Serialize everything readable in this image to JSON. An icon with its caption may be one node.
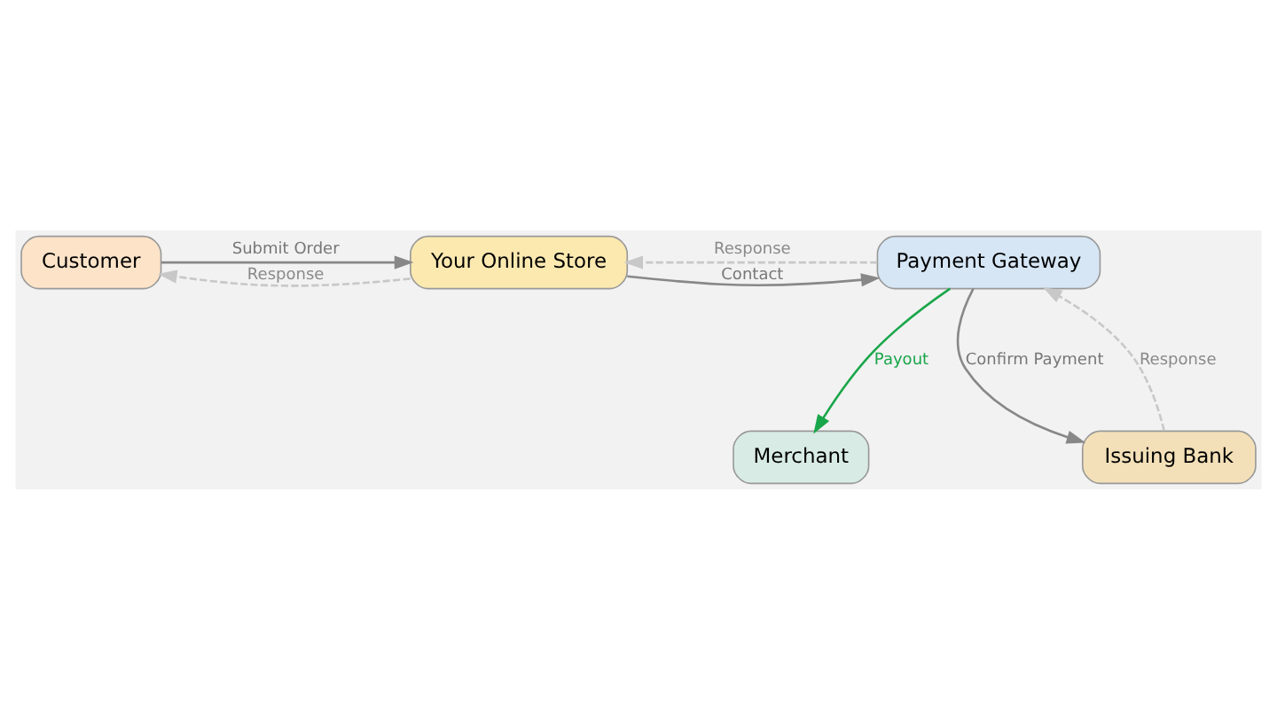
{
  "diagram": {
    "nodes": [
      {
        "text": [
          "Customer"
        ]
      },
      {
        "text": [
          "Your Online Store"
        ]
      },
      {
        "text": [
          "Payment Gateway"
        ]
      },
      {
        "text": [
          "Merchant"
        ]
      },
      {
        "text": [
          "Issuing Bank"
        ]
      }
    ],
    "edges": [
      {
        "from": 0,
        "to": 1,
        "arrow": "to",
        "label": "Submit Order"
      },
      {
        "from": 1,
        "to": 0,
        "arrow": "to",
        "label": "Response",
        "style": "dashed",
        "color": "#c8c8c8"
      },
      {
        "from": 1,
        "to": 2,
        "arrow": "to",
        "label": "Contact"
      },
      {
        "from": 2,
        "to": 1,
        "arrow": "to",
        "label": "Response",
        "style": "dashed",
        "color": "#c8c8c8"
      },
      {
        "from": 2,
        "to": 3,
        "arrow": "to",
        "label": "Payout",
        "color": "#1aa64a"
      },
      {
        "from": 2,
        "to": 4,
        "arrow": "to",
        "label": "Confirm Payment"
      },
      {
        "from": 4,
        "to": 2,
        "arrow": "to",
        "label": "Response",
        "style": "dashed",
        "color": "#c8c8c8"
      }
    ]
  }
}
